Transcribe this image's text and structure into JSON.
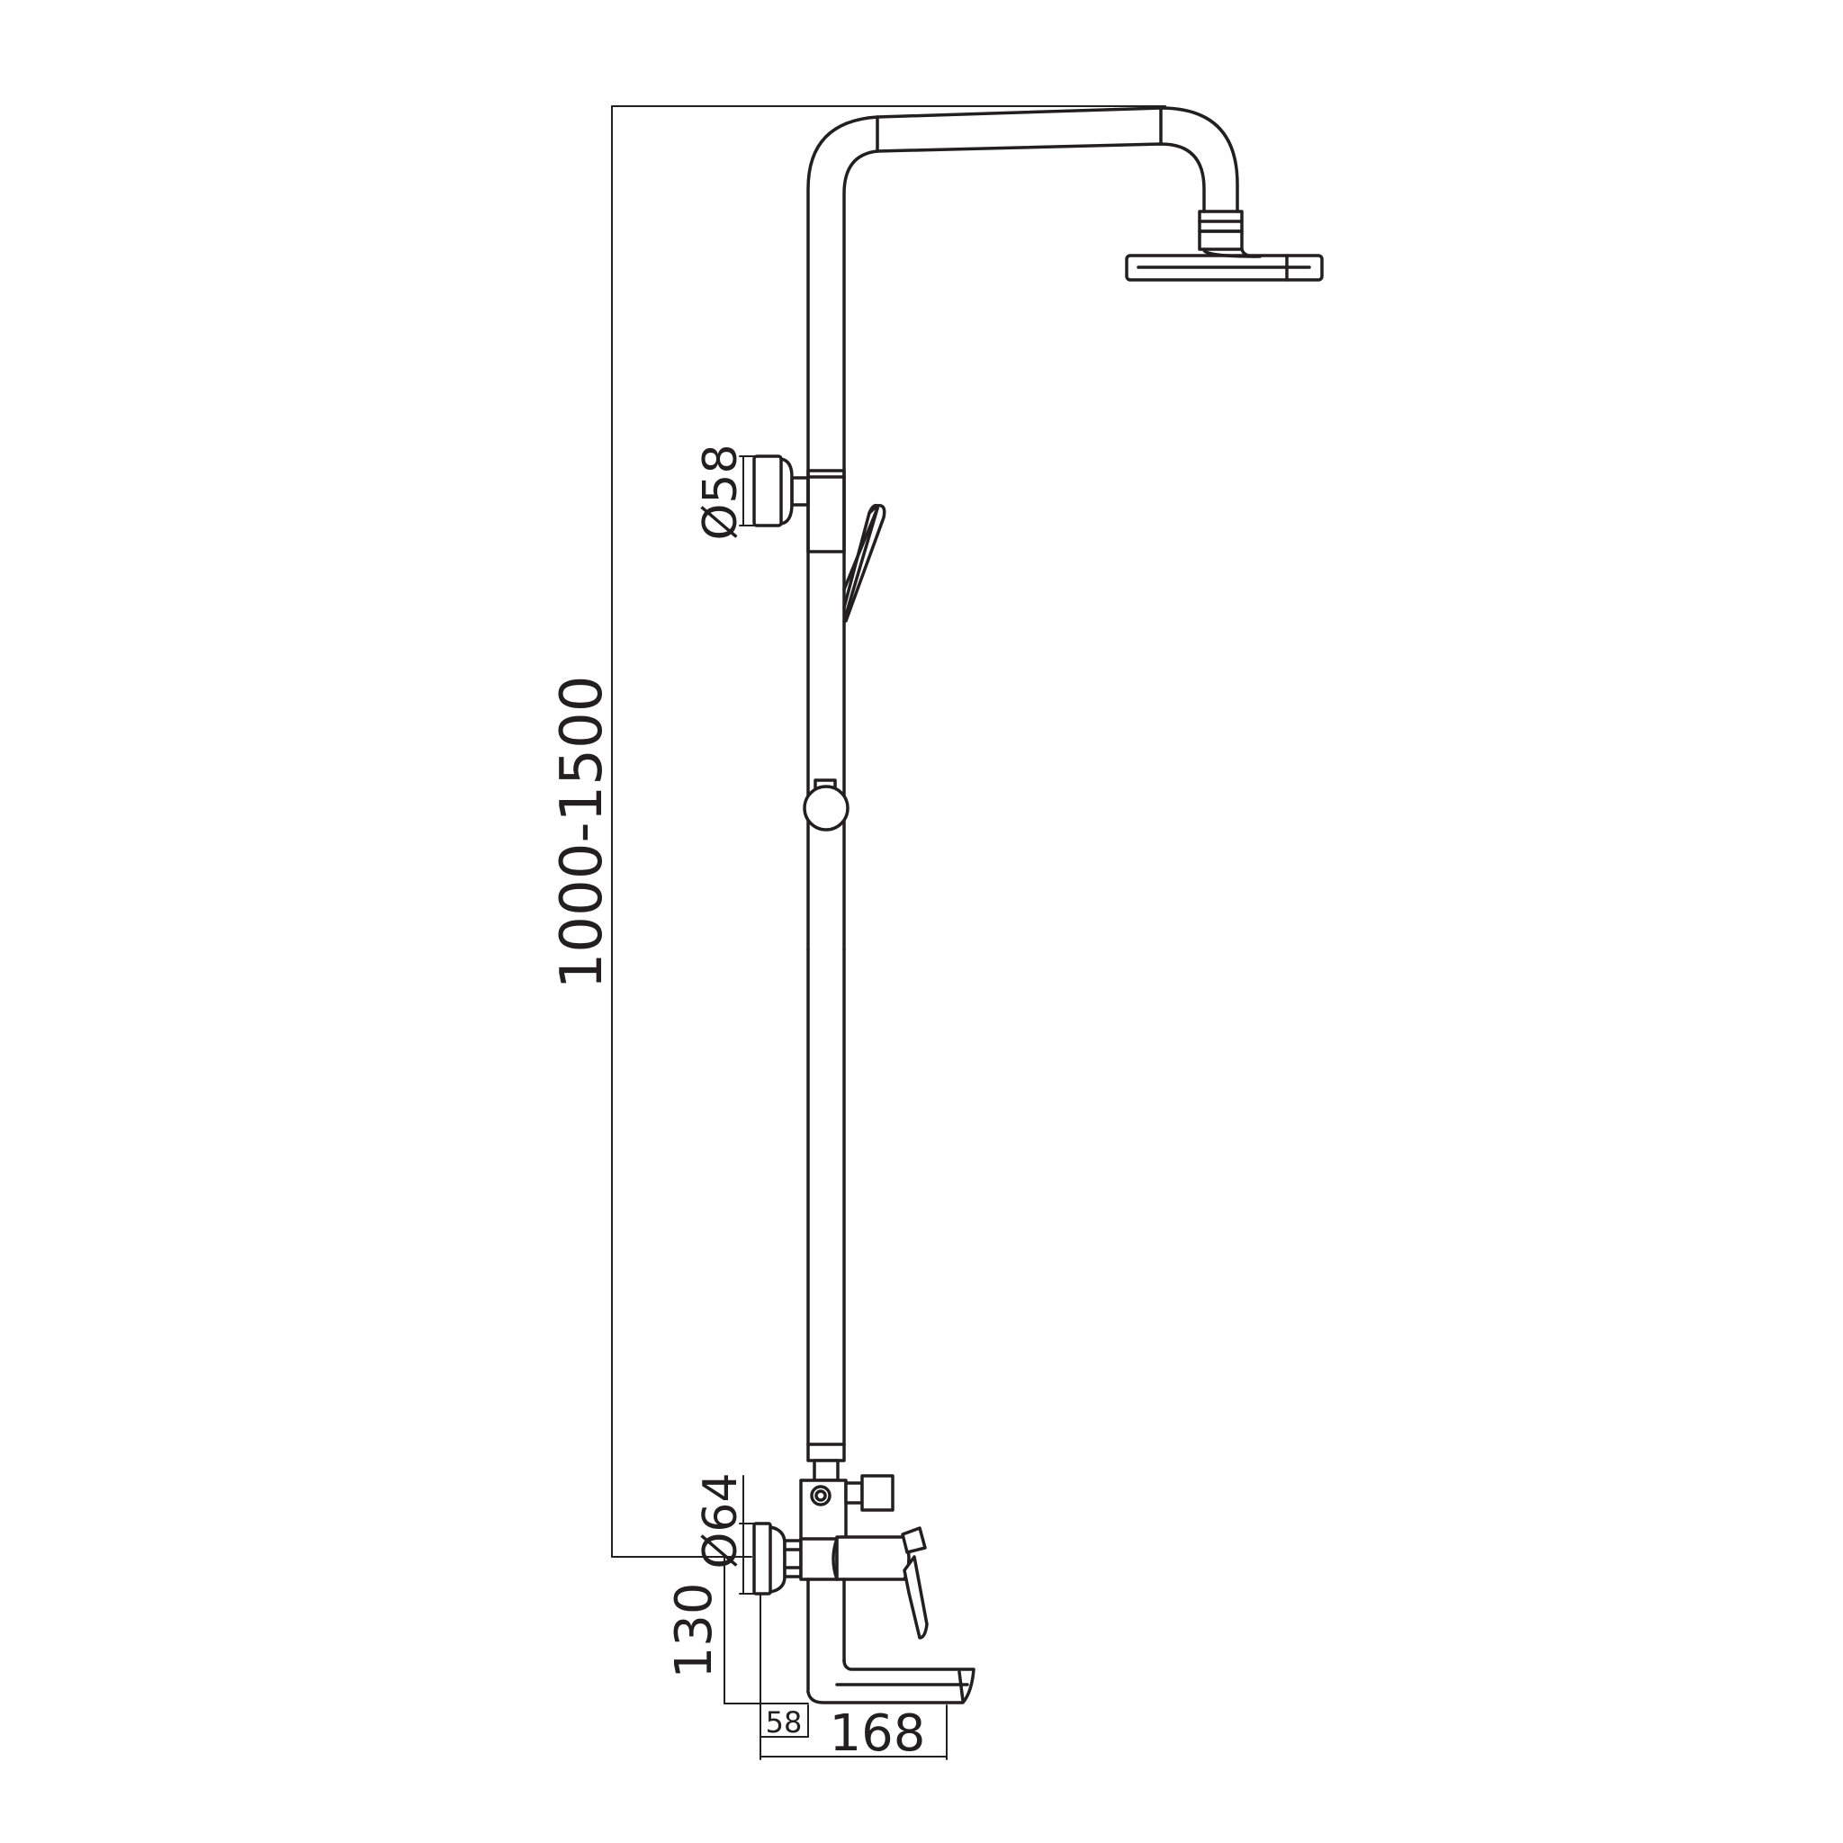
{
  "dimensions": {
    "overall_height": "1000-1500",
    "slider_diameter": "Ø58",
    "mixer_flange_diameter": "Ø64",
    "spout_height": "130",
    "wall_offset": "58",
    "spout_projection": "168"
  },
  "colors": {
    "line": "#231f20",
    "background": "#ffffff"
  }
}
